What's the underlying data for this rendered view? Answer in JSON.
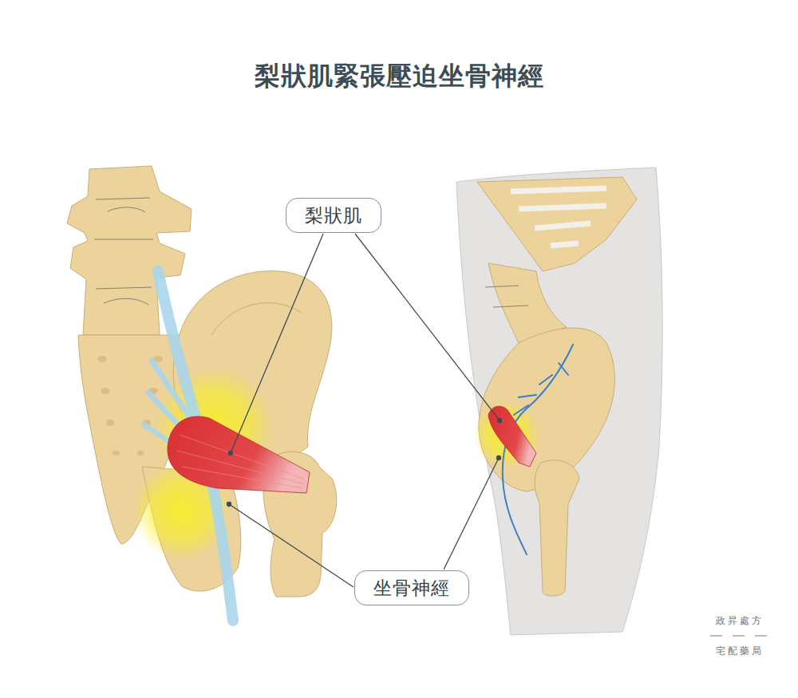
{
  "diagram": {
    "title": "梨狀肌緊張壓迫坐骨神經",
    "nodes": [
      {
        "text": [
          "梨狀肌"
        ]
      },
      {
        "text": [
          "坐骨神經"
        ]
      }
    ],
    "labels": [
      "政昇處方",
      "宅配藥局"
    ]
  }
}
